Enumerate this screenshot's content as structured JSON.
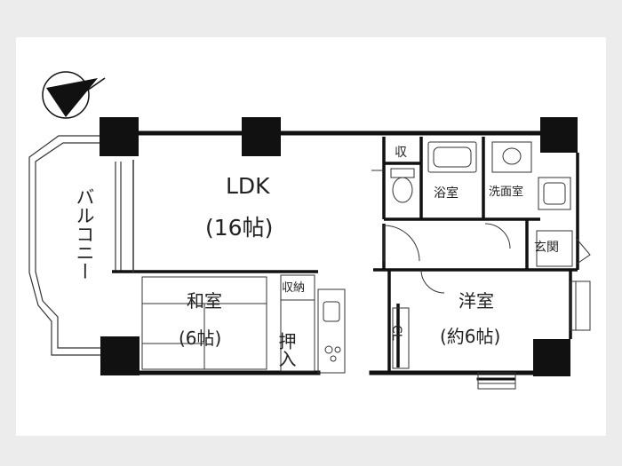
{
  "plan": {
    "balcony": {
      "label": "バルコニー"
    },
    "ldk": {
      "name": "LDK",
      "size": "(16帖)"
    },
    "washitsu": {
      "name": "和室",
      "size": "(6帖)"
    },
    "yoshitsu": {
      "name": "洋室",
      "size": "(約6帖)"
    },
    "storage": "収納",
    "oshiire": "押入",
    "closet_top": "収",
    "closet_cl": "CL",
    "bath": "浴室",
    "washroom": "洗面室",
    "entrance": "玄関"
  },
  "colors": {
    "wall": "#111111",
    "thin": "#333333",
    "bg": "#ffffff"
  },
  "icons": {
    "compass": "north-arrow-icon"
  }
}
